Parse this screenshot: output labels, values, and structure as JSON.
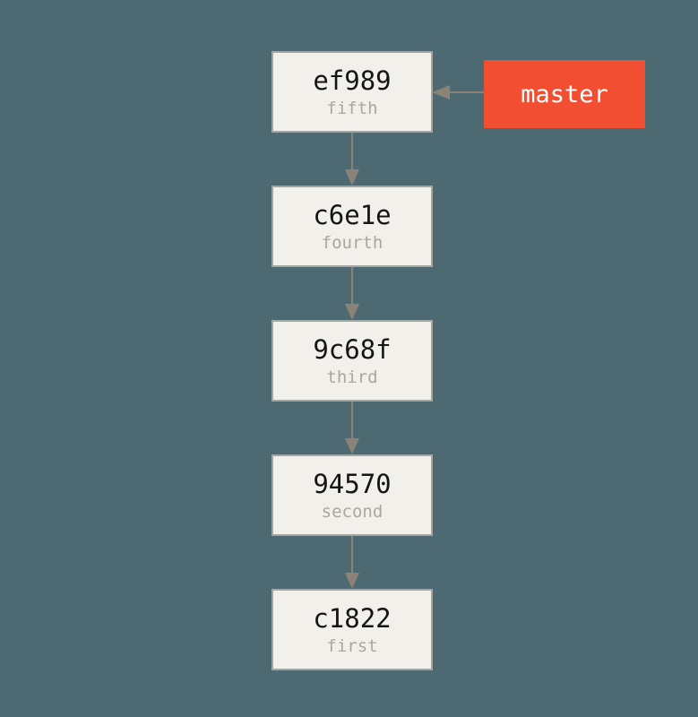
{
  "diagram": {
    "type": "git-commit-graph",
    "colors": {
      "background": "#4D6A72",
      "box_fill": "#F1F0EA",
      "box_border": "#A6A5A1",
      "arrow": "#8C8378",
      "hash_text": "#151515",
      "message_text": "#A8A7A2",
      "branch_fill": "#F14E32",
      "branch_text": "#FFFFFF"
    },
    "commits": [
      {
        "hash": "ef989",
        "message": "fifth"
      },
      {
        "hash": "c6e1e",
        "message": "fourth"
      },
      {
        "hash": "9c68f",
        "message": "third"
      },
      {
        "hash": "94570",
        "message": "second"
      },
      {
        "hash": "c1822",
        "message": "first"
      }
    ],
    "edges": [
      {
        "from": "ef989",
        "to": "c6e1e"
      },
      {
        "from": "c6e1e",
        "to": "9c68f"
      },
      {
        "from": "9c68f",
        "to": "94570"
      },
      {
        "from": "94570",
        "to": "c1822"
      }
    ],
    "branch": {
      "label": "master",
      "points_to": "ef989"
    }
  }
}
